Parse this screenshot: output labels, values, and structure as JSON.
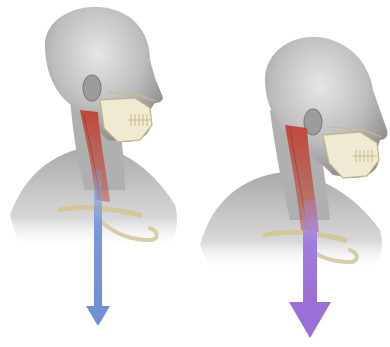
{
  "image": {
    "description_note": "",
    "panels": [
      {
        "name": "left-figure",
        "subject": "head-and-neck-profile",
        "muscle_color": "#b3473b",
        "arrow_color": "#6f8fd6"
      },
      {
        "name": "right-figure",
        "subject": "head-and-neck-profile",
        "muscle_color": "#b3473b",
        "arrow_color": "#9a6fd6"
      }
    ]
  }
}
